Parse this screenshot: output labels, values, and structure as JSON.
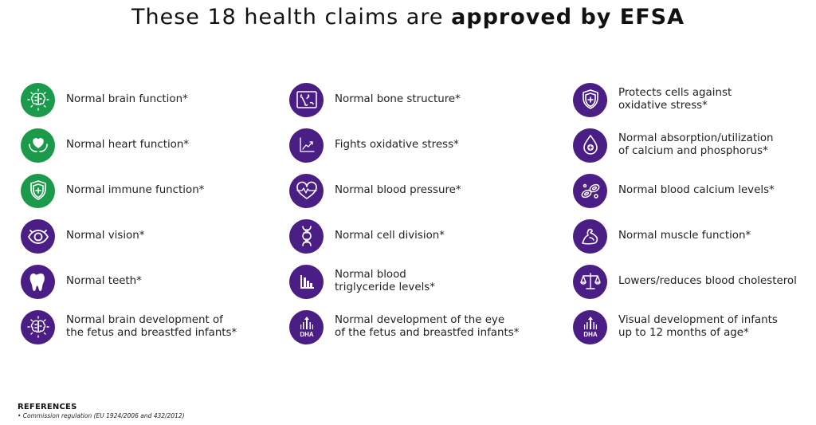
{
  "title": {
    "regular": "These 18 health claims are ",
    "bold": "approved by EFSA"
  },
  "colors": {
    "green": "#1a9a4a",
    "purple": "#4b1e86",
    "text": "#222222"
  },
  "columns": [
    [
      {
        "label": "Normal brain function*",
        "icon": "brain-icon",
        "color": "green"
      },
      {
        "label": "Normal heart function*",
        "icon": "heart-hands-icon",
        "color": "green"
      },
      {
        "label": "Normal immune function*",
        "icon": "shield-plus-icon",
        "color": "green"
      },
      {
        "label": "Normal vision*",
        "icon": "eye-icon",
        "color": "purple"
      },
      {
        "label": "Normal teeth*",
        "icon": "tooth-icon",
        "color": "purple"
      },
      {
        "label": "Normal brain development of\nthe fetus and breastfed infants*",
        "icon": "brain-icon",
        "color": "purple"
      }
    ],
    [
      {
        "label": "Normal bone structure*",
        "icon": "bone-xray-icon",
        "color": "purple"
      },
      {
        "label": "Fights oxidative stress*",
        "icon": "trend-chart-icon",
        "color": "purple"
      },
      {
        "label": "Normal blood pressure*",
        "icon": "heart-pulse-icon",
        "color": "purple"
      },
      {
        "label": "Normal cell division*",
        "icon": "dna-icon",
        "color": "purple"
      },
      {
        "label": "Normal blood\ntriglyceride levels*",
        "icon": "bar-chart-icon",
        "color": "purple"
      },
      {
        "label": "Normal development of the eye\nof the fetus and breastfed infants*",
        "icon": "dha-icon",
        "color": "purple",
        "icon_text": "DHA"
      }
    ],
    [
      {
        "label": "Protects cells against\noxidative stress*",
        "icon": "shield-plus-icon",
        "color": "purple"
      },
      {
        "label": "Normal absorption/utilization\nof calcium and phosphorus*",
        "icon": "drop-plus-icon",
        "color": "purple"
      },
      {
        "label": "Normal blood calcium levels*",
        "icon": "blood-cells-icon",
        "color": "purple"
      },
      {
        "label": "Normal muscle function*",
        "icon": "muscle-arm-icon",
        "color": "purple"
      },
      {
        "label": "Lowers/reduces blood cholesterol",
        "icon": "scale-icon",
        "color": "purple"
      },
      {
        "label": "Visual development of infants\nup to 12 months of age*",
        "icon": "dha-icon",
        "color": "purple",
        "icon_text": "DHA"
      }
    ]
  ],
  "references": {
    "heading": "REFERENCES",
    "items": [
      "• Commission regulation (EU 1924/2006 and 432/2012)"
    ]
  }
}
